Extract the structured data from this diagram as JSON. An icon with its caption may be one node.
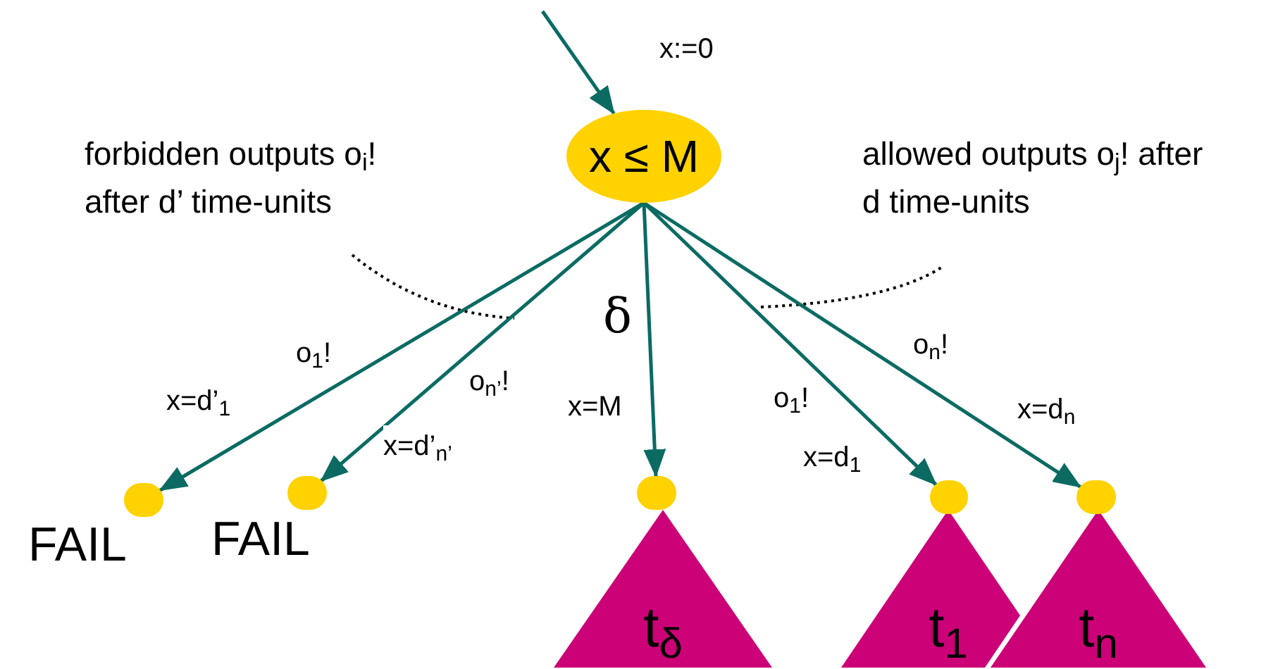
{
  "diagram": {
    "nodes": [
      {
        "text": [
          "x ≤ M"
        ]
      },
      {
        "text": [],
        "shape": "circle",
        "beside": [
          "FAIL"
        ]
      },
      {
        "text": [],
        "shape": "circle",
        "beside": [
          "FAIL"
        ]
      },
      {
        "text": [],
        "shape": "circle"
      },
      {
        "text": [],
        "shape": "circle"
      },
      {
        "text": [],
        "shape": "circle"
      },
      {
        "text": [
          "t$_{δ}$"
        ]
      },
      {
        "text": [
          "t$_{1}$"
        ]
      },
      {
        "text": [
          "t$_{n}$"
        ]
      }
    ],
    "edges": [
      {
        "from": null,
        "to": 0,
        "arrow": "to",
        "label": "x:=0"
      },
      {
        "from": 0,
        "to": 1,
        "arrow": "to",
        "label": "o$_{1}$!"
      },
      {
        "from": 0,
        "to": 2,
        "arrow": "to",
        "label": "o$_{n’}$!"
      },
      {
        "from": 0,
        "to": 3,
        "arrow": "to",
        "label": "δ"
      },
      {
        "from": 0,
        "to": 4,
        "arrow": "to",
        "label": "o$_{1}$!"
      },
      {
        "from": 0,
        "to": 5,
        "arrow": "to",
        "label": "o$_{n}$!"
      }
    ],
    "labels": [
      "forbidden outputs o$_{i}$! after d’ time-units",
      "allowed outputs o$_{j}$! after d time-units",
      "x=d’$_{1}$",
      "x=d’$_{n’}$",
      "x=M",
      "x=d$_{1}$",
      "x=d$_{n}$"
    ]
  }
}
